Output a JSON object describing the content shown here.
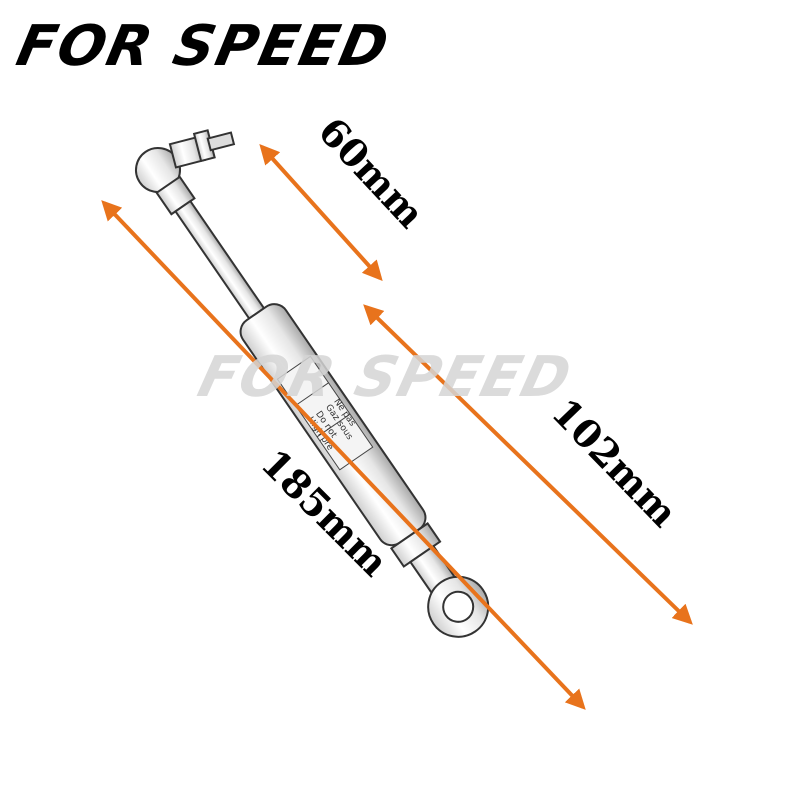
{
  "brand": {
    "text": "FOR SPEED",
    "color": "#000000"
  },
  "watermark": {
    "text": "FOR SPEED"
  },
  "dimensions": {
    "rod_length": "60mm",
    "body_length": "102mm",
    "total_length": "185mm",
    "arrow_color": "#e8731c"
  },
  "product_label": {
    "line1": "High pre",
    "line2": "Do not",
    "line3": "Gaz sous",
    "line4": "Ne pas"
  }
}
